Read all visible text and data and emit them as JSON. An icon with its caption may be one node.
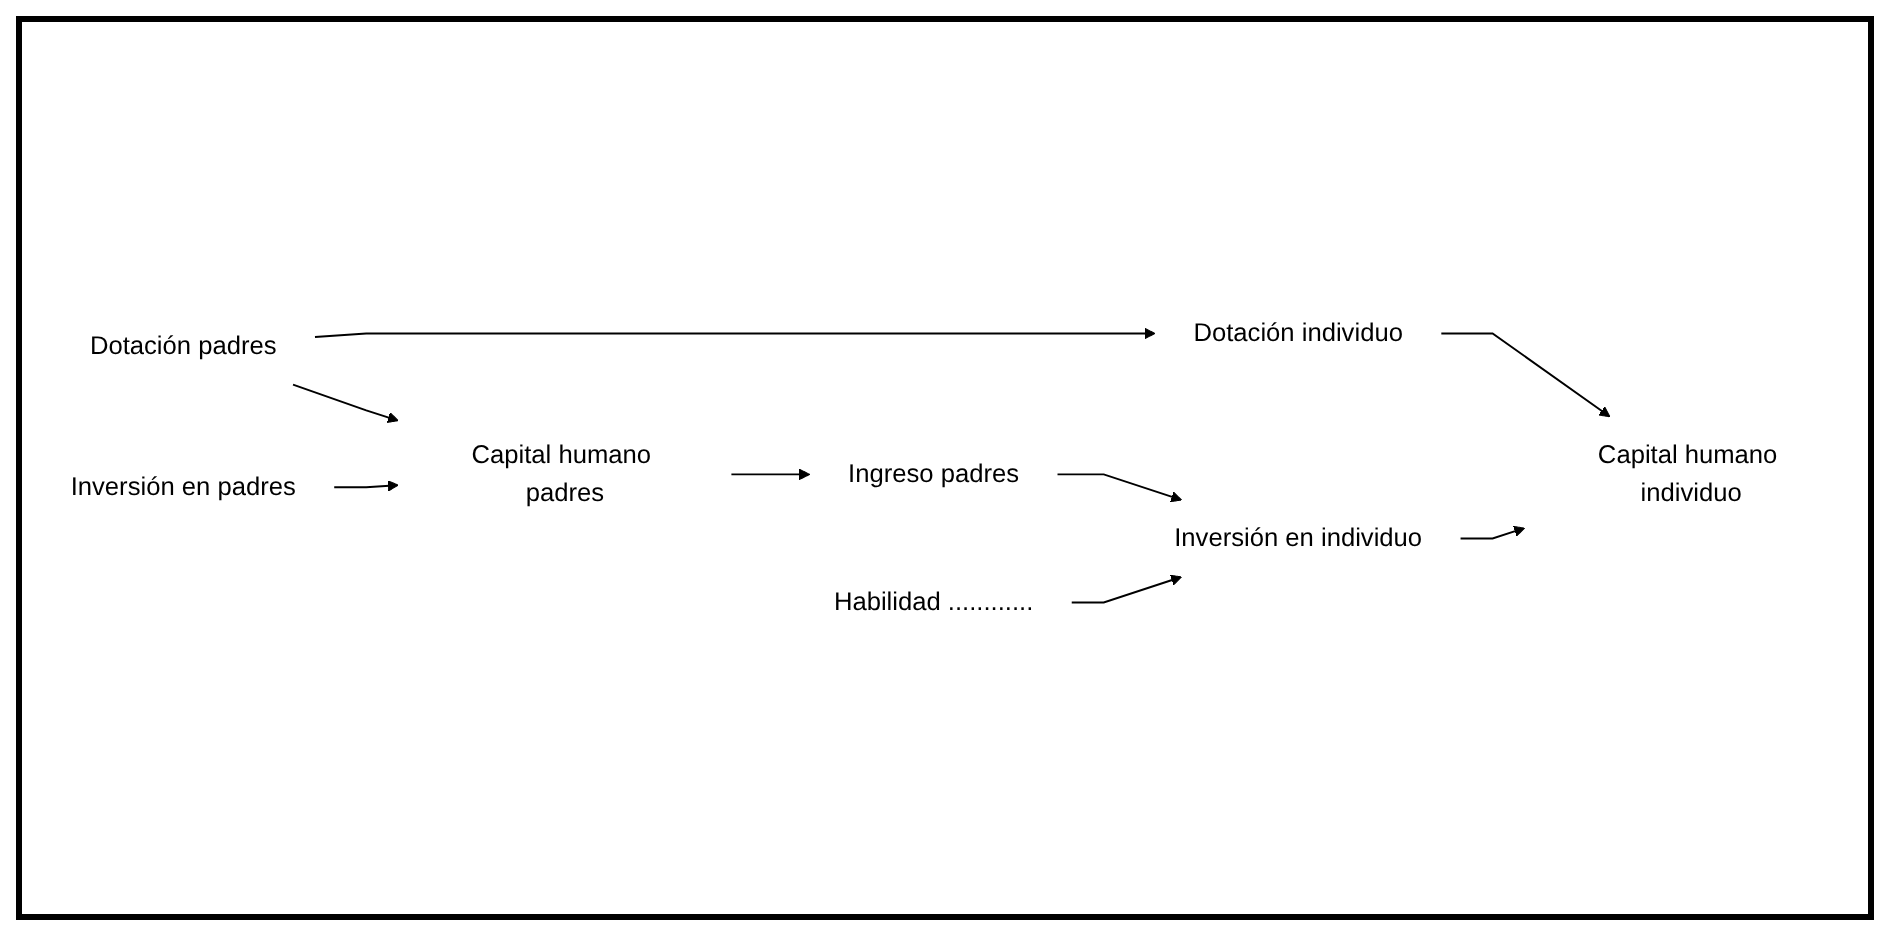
{
  "diagram": {
    "nodes": [
      {
        "text": [
          "Dotación padres"
        ]
      },
      {
        "text": [
          "Inversión en padres"
        ]
      },
      {
        "text": [
          "Capital humano padres"
        ]
      },
      {
        "text": [
          "Ingreso padres"
        ]
      },
      {
        "text": [
          "Dotación individuo"
        ]
      },
      {
        "text": [
          "Inversión en individuo"
        ]
      },
      {
        "text": [
          "Habilidad ............"
        ]
      },
      {
        "text": [
          "Capital humano individuo"
        ]
      }
    ],
    "edges": [
      {
        "from": 0,
        "to": 4,
        "arrow": "to"
      },
      {
        "from": 0,
        "to": 2,
        "arrow": "to"
      },
      {
        "from": 1,
        "to": 2,
        "arrow": "to"
      },
      {
        "from": 2,
        "to": 3,
        "arrow": "to"
      },
      {
        "from": 3,
        "to": 5,
        "arrow": "to"
      },
      {
        "from": 6,
        "to": 5,
        "arrow": "to"
      },
      {
        "from": 4,
        "to": 7,
        "arrow": "to"
      },
      {
        "from": 5,
        "to": 7,
        "arrow": "to"
      }
    ]
  }
}
